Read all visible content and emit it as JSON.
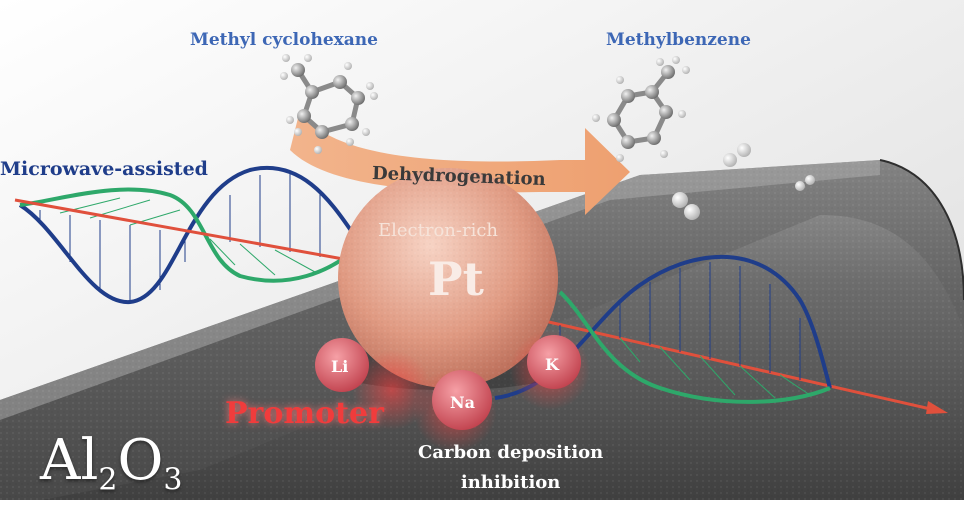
{
  "labels": {
    "methyl_cyclohexane": "Methyl cyclohexane",
    "methylbenzene": "Methylbenzene",
    "microwave": "Microwave-assisted",
    "dehydrogenation": "Dehydrogenation",
    "electron_rich": "Electron-rich",
    "pt": "Pt",
    "li": "Li",
    "na": "Na",
    "k": "K",
    "promoter": "Promoter",
    "carbon_line1": "Carbon deposition",
    "carbon_line2": "inhibition",
    "support_al": "Al",
    "support_sub1": "2",
    "support_o": "O",
    "support_sub2": "3"
  },
  "colors": {
    "title_blue": "#3d67b5",
    "wave_blue": "#1f3d8a",
    "wave_green": "#2ea86a",
    "axis_red": "#e0503c",
    "promoter_red": "#f03c3c",
    "arrow_orange": "#f0a878",
    "pt_sphere": "#e8a48c"
  }
}
